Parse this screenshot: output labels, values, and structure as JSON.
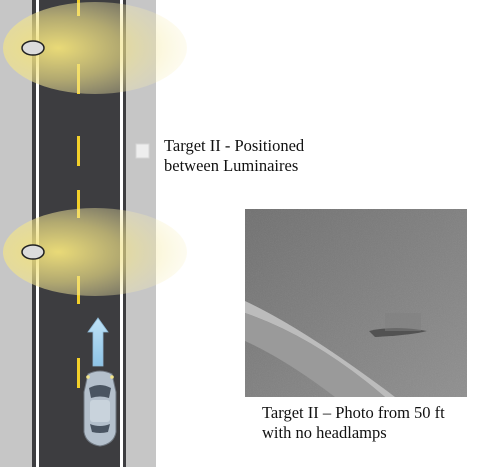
{
  "figure": {
    "target_label_1": "Target II - Positioned",
    "target_label_2": "between Luminaires",
    "photo_caption_1": "Target II – Photo from 50 ft",
    "photo_caption_2": "with no headlamps"
  },
  "colors": {
    "shoulder": "#c6c6c6",
    "road": "#3d3d40",
    "edge_line": "#ffffff",
    "center_line": "#f3d02a",
    "light_pool": "#f2e27a",
    "arrow": "#a9d3ee",
    "car": "#b4c0cc"
  }
}
